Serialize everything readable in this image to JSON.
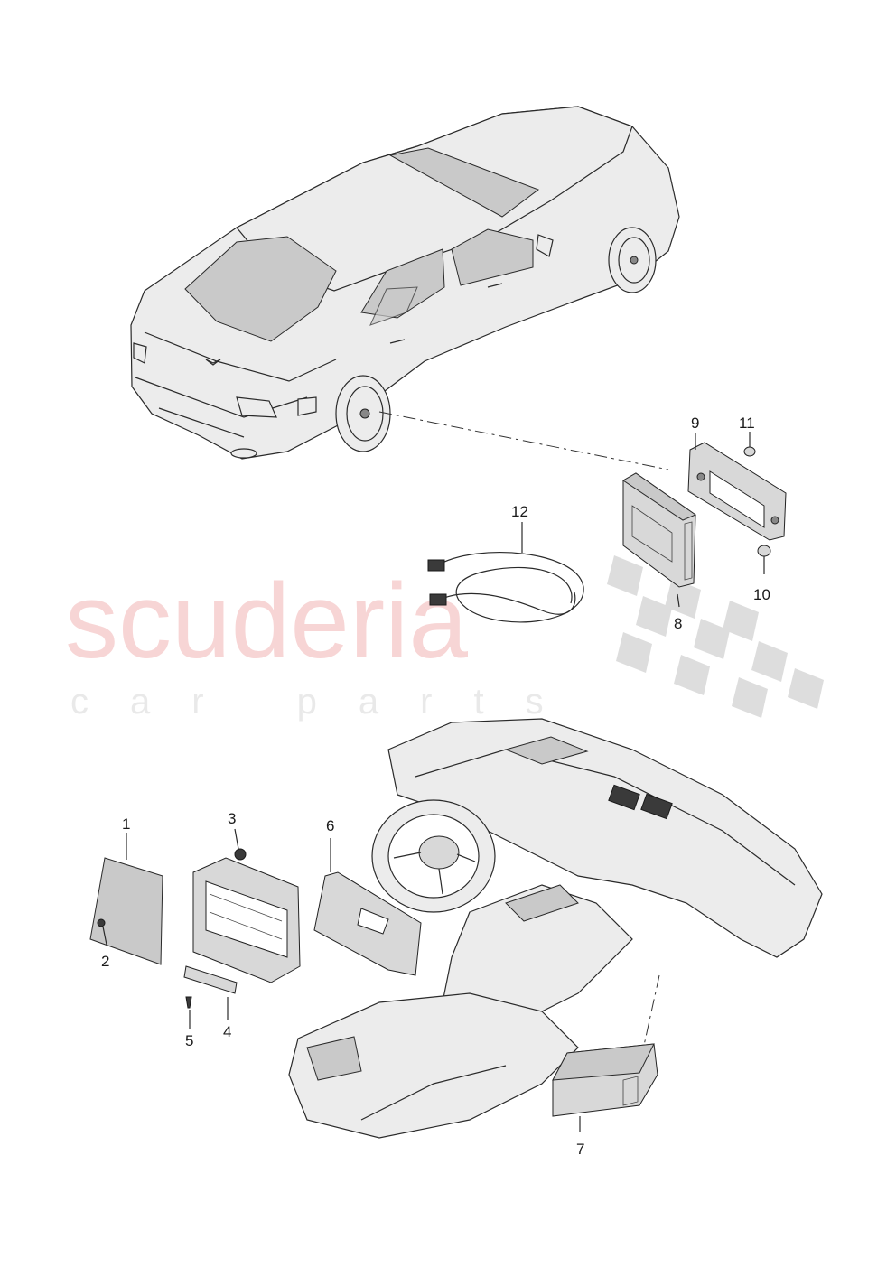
{
  "watermark": {
    "brand": "scuderia",
    "tagline": "car parts"
  },
  "callouts": {
    "c1": "1",
    "c2": "2",
    "c3": "3",
    "c4": "4",
    "c5": "5",
    "c6": "6",
    "c7": "7",
    "c8": "8",
    "c9": "9",
    "c10": "10",
    "c11": "11",
    "c12": "12"
  },
  "colors": {
    "watermark_red": "#f2b3b3",
    "line_art": "#2a2a2a",
    "background": "#ffffff"
  }
}
